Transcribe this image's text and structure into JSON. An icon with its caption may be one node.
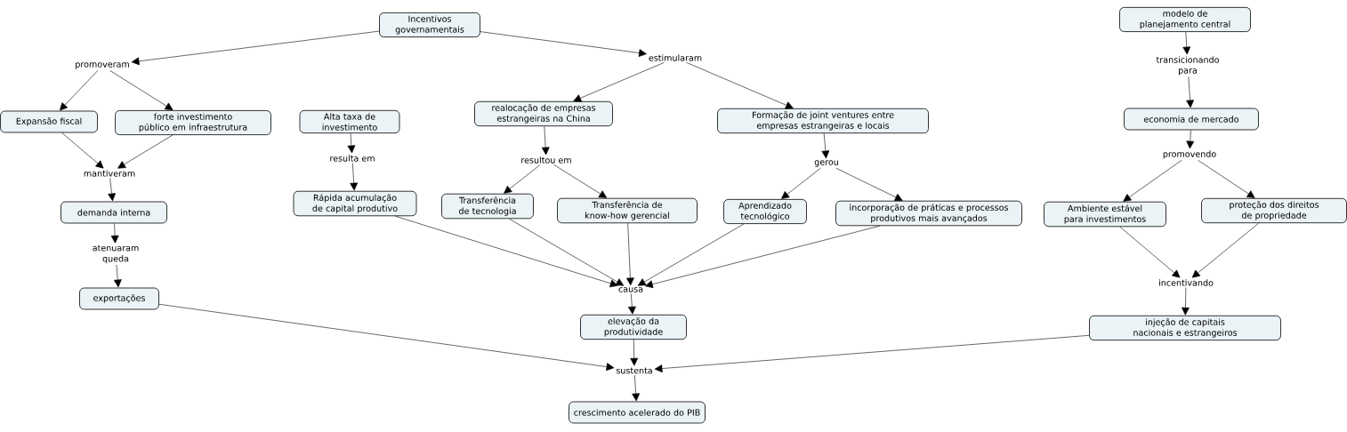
{
  "diagram": {
    "nodes": [
      {
        "text": [
          "Incentivos governamentais"
        ]
      },
      {
        "text": [
          "promoveram"
        ]
      },
      {
        "text": [
          "estimularam"
        ]
      },
      {
        "text": [
          "Expansão fiscal"
        ]
      },
      {
        "text": [
          "forte investimento público em infraestrutura"
        ]
      },
      {
        "text": [
          "mantiveram"
        ]
      },
      {
        "text": [
          "demanda interna"
        ]
      },
      {
        "text": [
          "atenuaram queda"
        ]
      },
      {
        "text": [
          "exportações"
        ]
      },
      {
        "text": [
          "Alta taxa de investimento"
        ]
      },
      {
        "text": [
          "resulta em"
        ]
      },
      {
        "text": [
          "Rápida acumulação de capital produtivo"
        ]
      },
      {
        "text": [
          "realocação de empresas estrangeiras na China"
        ]
      },
      {
        "text": [
          "Formação de joint ventures entre empresas estrangeiras e locais"
        ]
      },
      {
        "text": [
          "resultou em"
        ]
      },
      {
        "text": [
          "gerou"
        ]
      },
      {
        "text": [
          "Transferência de tecnologia"
        ]
      },
      {
        "text": [
          "Transferência de know-how gerencial"
        ]
      },
      {
        "text": [
          "Aprendizado tecnológico"
        ]
      },
      {
        "text": [
          "incorporação de práticas e processos produtivos mais avançados"
        ]
      },
      {
        "text": [
          "causa"
        ]
      },
      {
        "text": [
          "elevação da produtividade"
        ]
      },
      {
        "text": [
          "sustenta"
        ]
      },
      {
        "text": [
          "crescimento acelerado do PIB"
        ]
      },
      {
        "text": [
          "modelo de planejamento central"
        ]
      },
      {
        "text": [
          "transicionando para"
        ]
      },
      {
        "text": [
          "economia de mercado"
        ]
      },
      {
        "text": [
          "promovendo"
        ]
      },
      {
        "text": [
          "Ambiente estável para investimentos"
        ]
      },
      {
        "text": [
          "proteção dos direitos de propriedade"
        ]
      },
      {
        "text": [
          "incentivando"
        ]
      },
      {
        "text": [
          "injeção de capitais nacionais e estrangeiros"
        ]
      }
    ],
    "edges": [
      {
        "from": 0,
        "to": 1,
        "arrow": "to"
      },
      {
        "from": 0,
        "to": 2,
        "arrow": "to"
      },
      {
        "from": 1,
        "to": 3,
        "arrow": "to"
      },
      {
        "from": 1,
        "to": 4,
        "arrow": "to"
      },
      {
        "from": 3,
        "to": 5,
        "arrow": "to"
      },
      {
        "from": 4,
        "to": 5,
        "arrow": "to"
      },
      {
        "from": 5,
        "to": 6,
        "arrow": "to"
      },
      {
        "from": 6,
        "to": 7,
        "arrow": "to"
      },
      {
        "from": 7,
        "to": 8,
        "arrow": "to"
      },
      {
        "from": 8,
        "to": 22,
        "arrow": "to"
      },
      {
        "from": 9,
        "to": 10,
        "arrow": "to"
      },
      {
        "from": 10,
        "to": 11,
        "arrow": "to"
      },
      {
        "from": 2,
        "to": 12,
        "arrow": "to"
      },
      {
        "from": 2,
        "to": 13,
        "arrow": "to"
      },
      {
        "from": 12,
        "to": 14,
        "arrow": "to"
      },
      {
        "from": 13,
        "to": 15,
        "arrow": "to"
      },
      {
        "from": 14,
        "to": 16,
        "arrow": "to"
      },
      {
        "from": 14,
        "to": 17,
        "arrow": "to"
      },
      {
        "from": 15,
        "to": 18,
        "arrow": "to"
      },
      {
        "from": 15,
        "to": 19,
        "arrow": "to"
      },
      {
        "from": 11,
        "to": 20,
        "arrow": "to"
      },
      {
        "from": 16,
        "to": 20,
        "arrow": "to"
      },
      {
        "from": 17,
        "to": 20,
        "arrow": "to"
      },
      {
        "from": 18,
        "to": 20,
        "arrow": "to"
      },
      {
        "from": 19,
        "to": 20,
        "arrow": "to"
      },
      {
        "from": 20,
        "to": 21,
        "arrow": "to"
      },
      {
        "from": 21,
        "to": 22,
        "arrow": "to"
      },
      {
        "from": 22,
        "to": 23,
        "arrow": "to"
      },
      {
        "from": 31,
        "to": 22,
        "arrow": "to"
      },
      {
        "from": 24,
        "to": 25,
        "arrow": "to"
      },
      {
        "from": 25,
        "to": 26,
        "arrow": "to"
      },
      {
        "from": 26,
        "to": 27,
        "arrow": "to"
      },
      {
        "from": 27,
        "to": 28,
        "arrow": "to"
      },
      {
        "from": 27,
        "to": 29,
        "arrow": "to"
      },
      {
        "from": 28,
        "to": 30,
        "arrow": "to"
      },
      {
        "from": 29,
        "to": 30,
        "arrow": "to"
      },
      {
        "from": 30,
        "to": 31,
        "arrow": "to"
      }
    ]
  }
}
